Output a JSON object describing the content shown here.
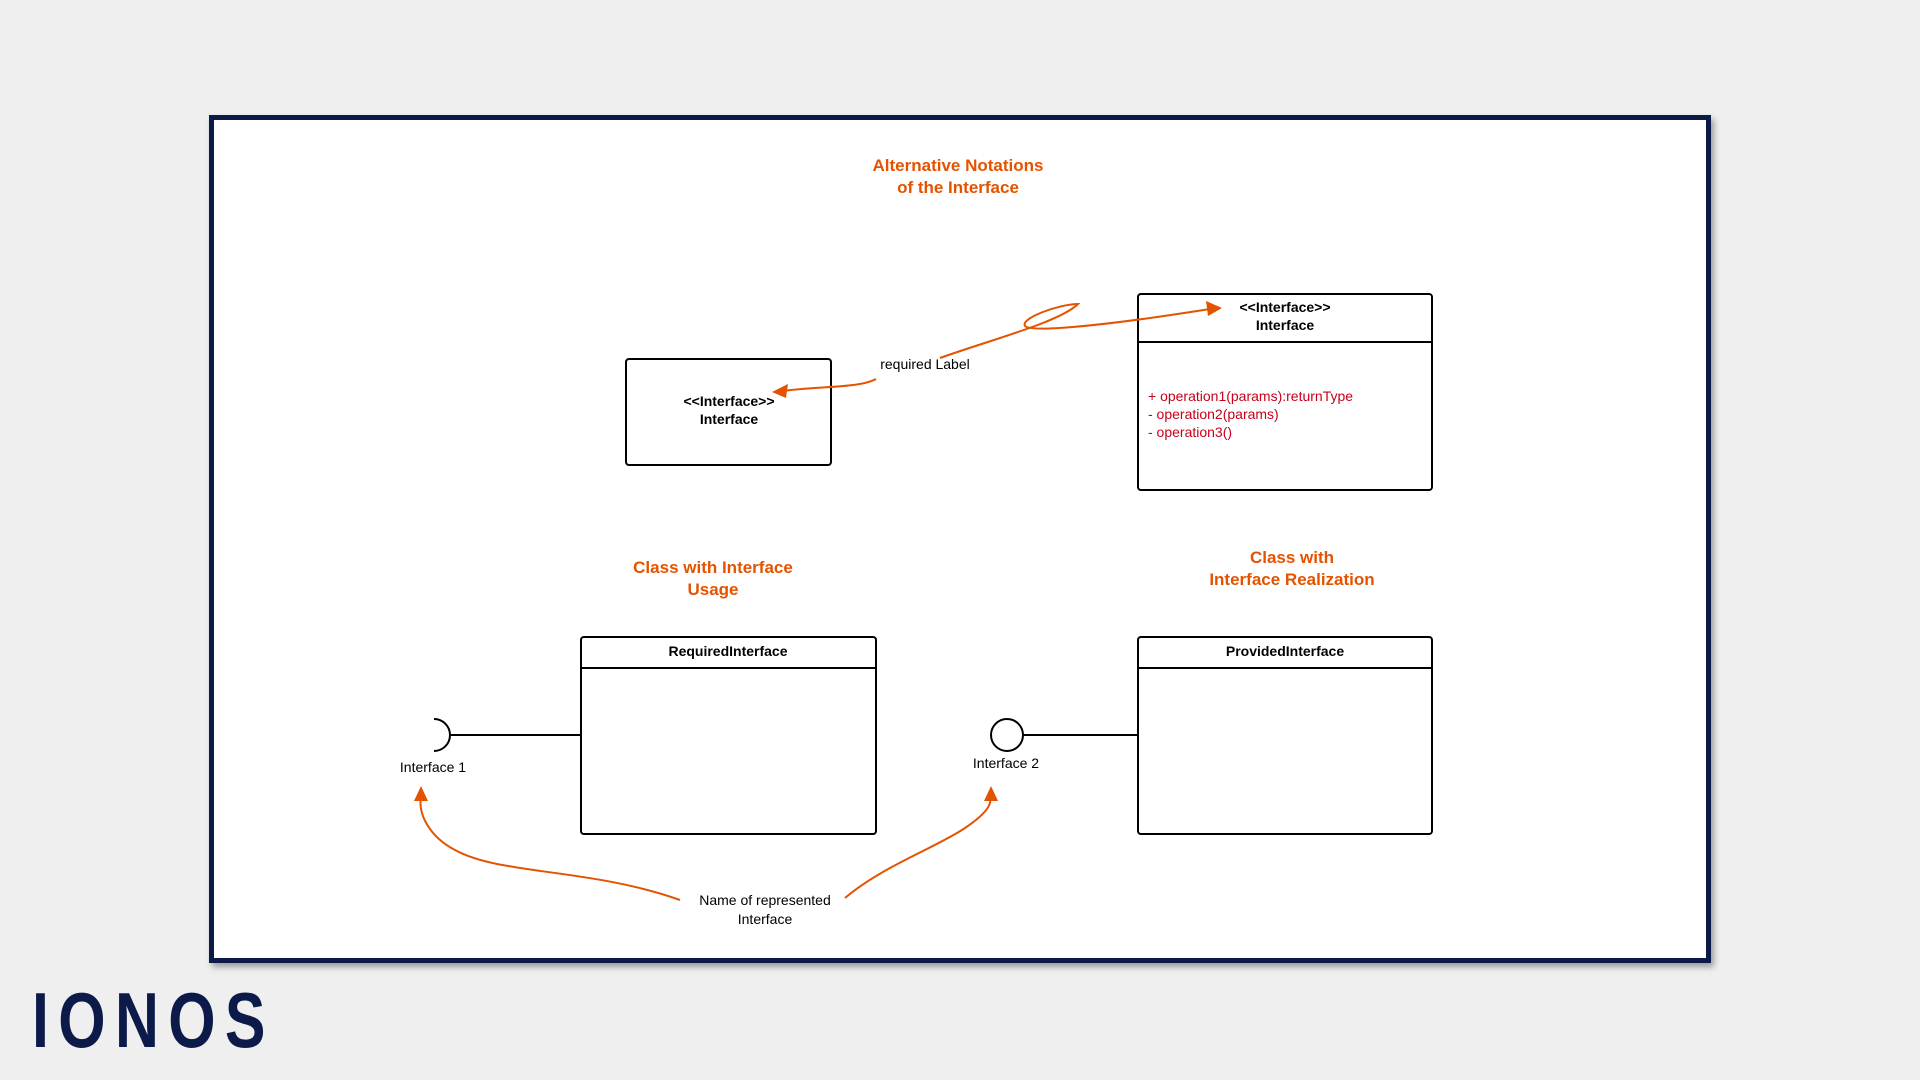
{
  "colors": {
    "accent": "#e35300",
    "frame_border": "#0b1a48",
    "operation_text": "#c8001a",
    "background": "#efefef"
  },
  "titles": {
    "alternative_line1": "Alternative Notations",
    "alternative_line2": "of the Interface",
    "usage_line1": "Class with Interface",
    "usage_line2": "Usage",
    "realization_line1": "Class with",
    "realization_line2": "Interface Realization"
  },
  "simple_interface": {
    "stereotype": "<<Interface>>",
    "name": "Interface"
  },
  "full_interface": {
    "stereotype": "<<Interface>>",
    "name": "Interface",
    "operations": [
      "+ operation1(params):returnType",
      "- operation2(params)",
      "- operation3()"
    ]
  },
  "required_label": "required Label",
  "required_class": {
    "name": "RequiredInterface",
    "interface_label": "Interface 1"
  },
  "provided_class": {
    "name": "ProvidedInterface",
    "interface_label": "Interface 2"
  },
  "annotation": {
    "line1": "Name of represented",
    "line2": "Interface"
  },
  "logo": {
    "text": "IONOS"
  }
}
